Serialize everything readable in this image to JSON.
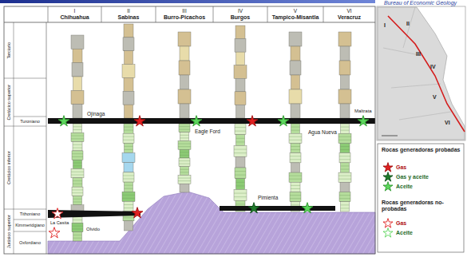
{
  "diagram": {
    "nodes": [
      {
        "text": [
          "I",
          "Chihuahua"
        ]
      },
      {
        "text": [
          "II",
          "Sabinas"
        ]
      },
      {
        "text": [
          "III",
          "Burro-Picachos"
        ]
      },
      {
        "text": [
          "IV",
          "Burgos"
        ]
      },
      {
        "text": [
          "V",
          "Tampico-Misantla"
        ]
      },
      {
        "text": [
          "VI",
          "Veracruz"
        ]
      },
      {
        "text": [
          "Terciario"
        ]
      },
      {
        "text": [
          "Cretácico superior"
        ]
      },
      {
        "text": [
          "Cretácico inferior"
        ]
      },
      {
        "text": [
          "Jurásico superior"
        ]
      },
      {
        "text": [
          "Turoniano"
        ]
      },
      {
        "text": [
          "Tithoniano"
        ]
      },
      {
        "text": [
          "Kimmeridgiano"
        ]
      },
      {
        "text": [
          "Oxfordiano"
        ]
      }
    ],
    "labels": [
      "Bureau of Economic Geology",
      "Ojinaga",
      "Eagle Ford",
      "Agua Nueva",
      "Maltrata",
      "La Casita",
      "Olvido",
      "Pimienta",
      "Rocas generadoras probadas",
      "Rocas generadoras no-probadas",
      "I",
      "II",
      "III",
      "IV",
      "V",
      "VI"
    ],
    "legend": [
      {
        "text": "Gas"
      },
      {
        "text": "Gas y aceite"
      },
      {
        "text": "Aceite"
      },
      {
        "text": "Gas"
      },
      {
        "text": "Aceite"
      }
    ]
  }
}
